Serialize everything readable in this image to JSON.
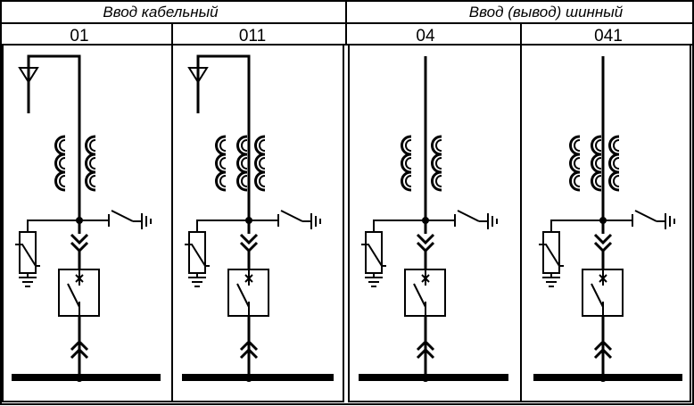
{
  "header": {
    "group_left": "Ввод  кабельный",
    "group_right": "Ввод (вывод) шинный"
  },
  "cells": [
    {
      "number": "01",
      "feed": "cable",
      "ct_count": 2
    },
    {
      "number": "011",
      "feed": "cable",
      "ct_count": 3
    },
    {
      "number": "04",
      "feed": "bus",
      "ct_count": 2
    },
    {
      "number": "041",
      "feed": "bus",
      "ct_count": 3
    }
  ],
  "colors": {
    "line": "#000000",
    "background": "#ffffff"
  }
}
